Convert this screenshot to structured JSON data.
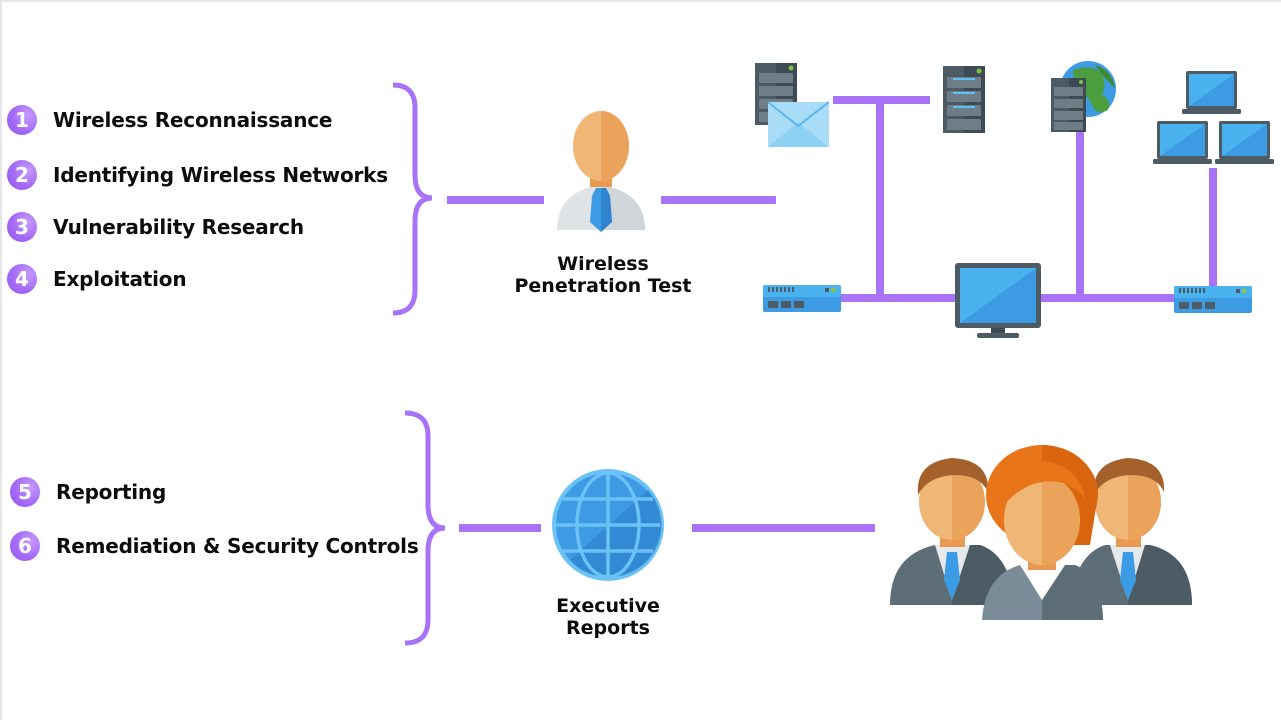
{
  "diagram": {
    "colors": {
      "accent_purple": "#a873f7",
      "badge_purple": "#a46af7",
      "text": "#0d0d0d",
      "device_blue": "#3d9be3",
      "device_dark": "#4d5b65"
    },
    "phase1": {
      "steps": [
        {
          "number": "1",
          "label": "Wireless Reconnaissance"
        },
        {
          "number": "2",
          "label": "Identifying Wireless Networks"
        },
        {
          "number": "3",
          "label": "Vulnerability Research"
        },
        {
          "number": "4",
          "label": "Exploitation"
        }
      ],
      "center_icon": "person-tester-icon",
      "caption_line1": "Wireless",
      "caption_line2": "Penetration Test",
      "network_icons": [
        "mail-server-icon",
        "server-icon",
        "web-server-globe-icon",
        "laptop-group-icon",
        "network-switch-icon",
        "monitor-icon",
        "network-switch-icon"
      ]
    },
    "phase2": {
      "steps": [
        {
          "number": "5",
          "label": "Reporting"
        },
        {
          "number": "6",
          "label": "Remediation & Security Controls"
        }
      ],
      "center_icon": "globe-icon",
      "caption_line1": "Executive",
      "caption_line2": "Reports",
      "audience_icon": "executives-group-icon"
    }
  }
}
